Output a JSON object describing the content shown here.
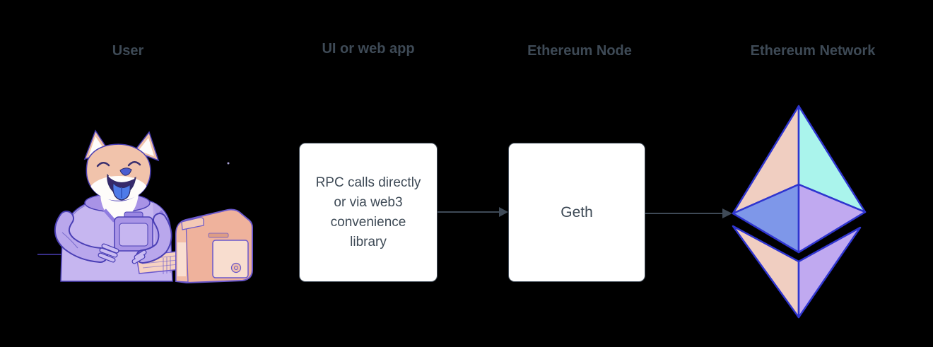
{
  "diagram_title": "",
  "headers": {
    "user": "User",
    "ui": "UI or web app",
    "node": "Ethereum Node",
    "network": "Ethereum Network"
  },
  "boxes": {
    "ui": {
      "line1": "RPC calls directly",
      "line2": "or via web3",
      "line3": "convenience",
      "line4": "library"
    },
    "node": {
      "label": "Geth"
    }
  },
  "edges": [
    {
      "from": "ui-box",
      "to": "geth-box",
      "style": "arrow-right"
    },
    {
      "from": "geth-box",
      "to": "ethereum-logo",
      "style": "arrow-right"
    }
  ],
  "illustrations": {
    "user": "doge-astronaut-at-retro-computer",
    "network": "ethereum-diamond-logo"
  },
  "colors": {
    "background": "#000000",
    "label_text": "#3e4a56",
    "box_fill": "#ffffff",
    "box_border": "#45505c",
    "box_text": "#3e4a56",
    "arrow": "#3f4a57",
    "eth_outline": "#2f35cf",
    "eth_peach": "#f0cec1",
    "eth_cyan": "#aaf4ec",
    "eth_blue": "#7e97e9",
    "eth_lavender": "#c0a9f0",
    "doge_fur": "#f1c3ab",
    "doge_white": "#fefcfa",
    "doge_suit": "#c6b6f0",
    "doge_tongue": "#4f7be8",
    "computer_body": "#efb29c"
  }
}
